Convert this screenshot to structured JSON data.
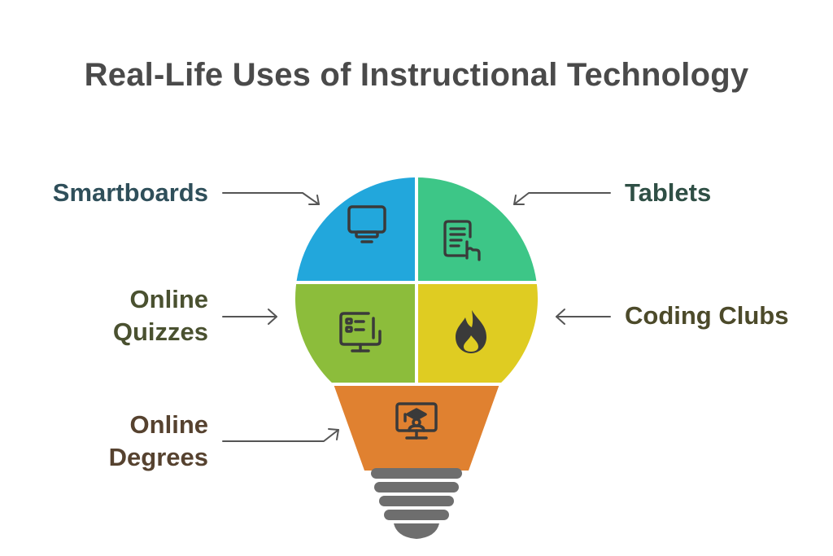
{
  "title": "Real-Life Uses of Instructional Technology",
  "colors": {
    "title": "#4a4a4a",
    "arrow": "#555555",
    "icon": "#3a3a3a",
    "bulb_base": "#6e6e6e"
  },
  "segments": [
    {
      "id": "smartboards",
      "label_lines": [
        "Smartboards"
      ],
      "color": "#22a7dc",
      "label_color": "#2f4f5a",
      "icon": "monitor-icon"
    },
    {
      "id": "tablets",
      "label_lines": [
        "Tablets"
      ],
      "color": "#3dc687",
      "label_color": "#2f4f45",
      "icon": "tablet-touch-icon"
    },
    {
      "id": "online-quizzes",
      "label_lines": [
        "Online",
        "Quizzes"
      ],
      "color": "#8cbd3b",
      "label_color": "#4a5130",
      "icon": "computer-quiz-icon"
    },
    {
      "id": "coding-clubs",
      "label_lines": [
        "Coding Clubs"
      ],
      "color": "#dfcc22",
      "label_color": "#4c4a2a",
      "icon": "fire-icon"
    },
    {
      "id": "online-degrees",
      "label_lines": [
        "Online",
        "Degrees"
      ],
      "color": "#e08130",
      "label_color": "#56422f",
      "icon": "graduate-monitor-icon"
    }
  ]
}
